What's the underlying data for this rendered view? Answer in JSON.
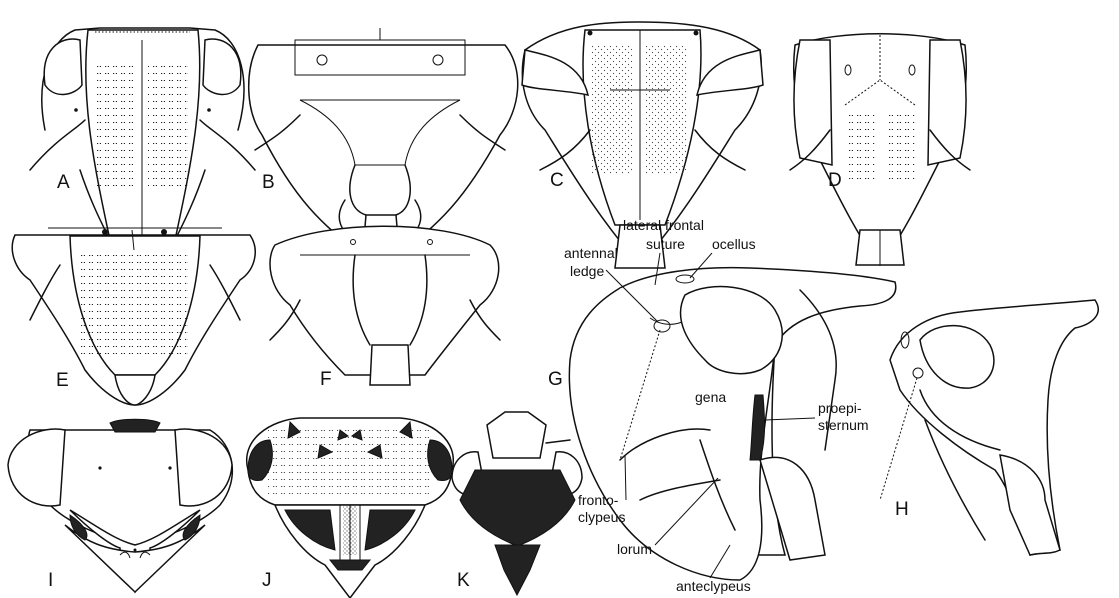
{
  "panels": {
    "a": "A",
    "b": "B",
    "c": "C",
    "d": "D",
    "e": "E",
    "f": "F",
    "g": "G",
    "h": "H",
    "i": "I",
    "j": "J",
    "k": "K"
  },
  "labels": {
    "lateral_frontal_1": "lateral frontal",
    "lateral_frontal_2": "suture",
    "ocellus": "ocellus",
    "antennal_1": "antennal",
    "antennal_2": "ledge",
    "gena": "gena",
    "proepi_1": "proepi-",
    "proepi_2": "sternum",
    "fronto_1": "fronto-",
    "fronto_2": "clypeus",
    "lorum": "lorum",
    "anteclypeus": "anteclypeus"
  }
}
